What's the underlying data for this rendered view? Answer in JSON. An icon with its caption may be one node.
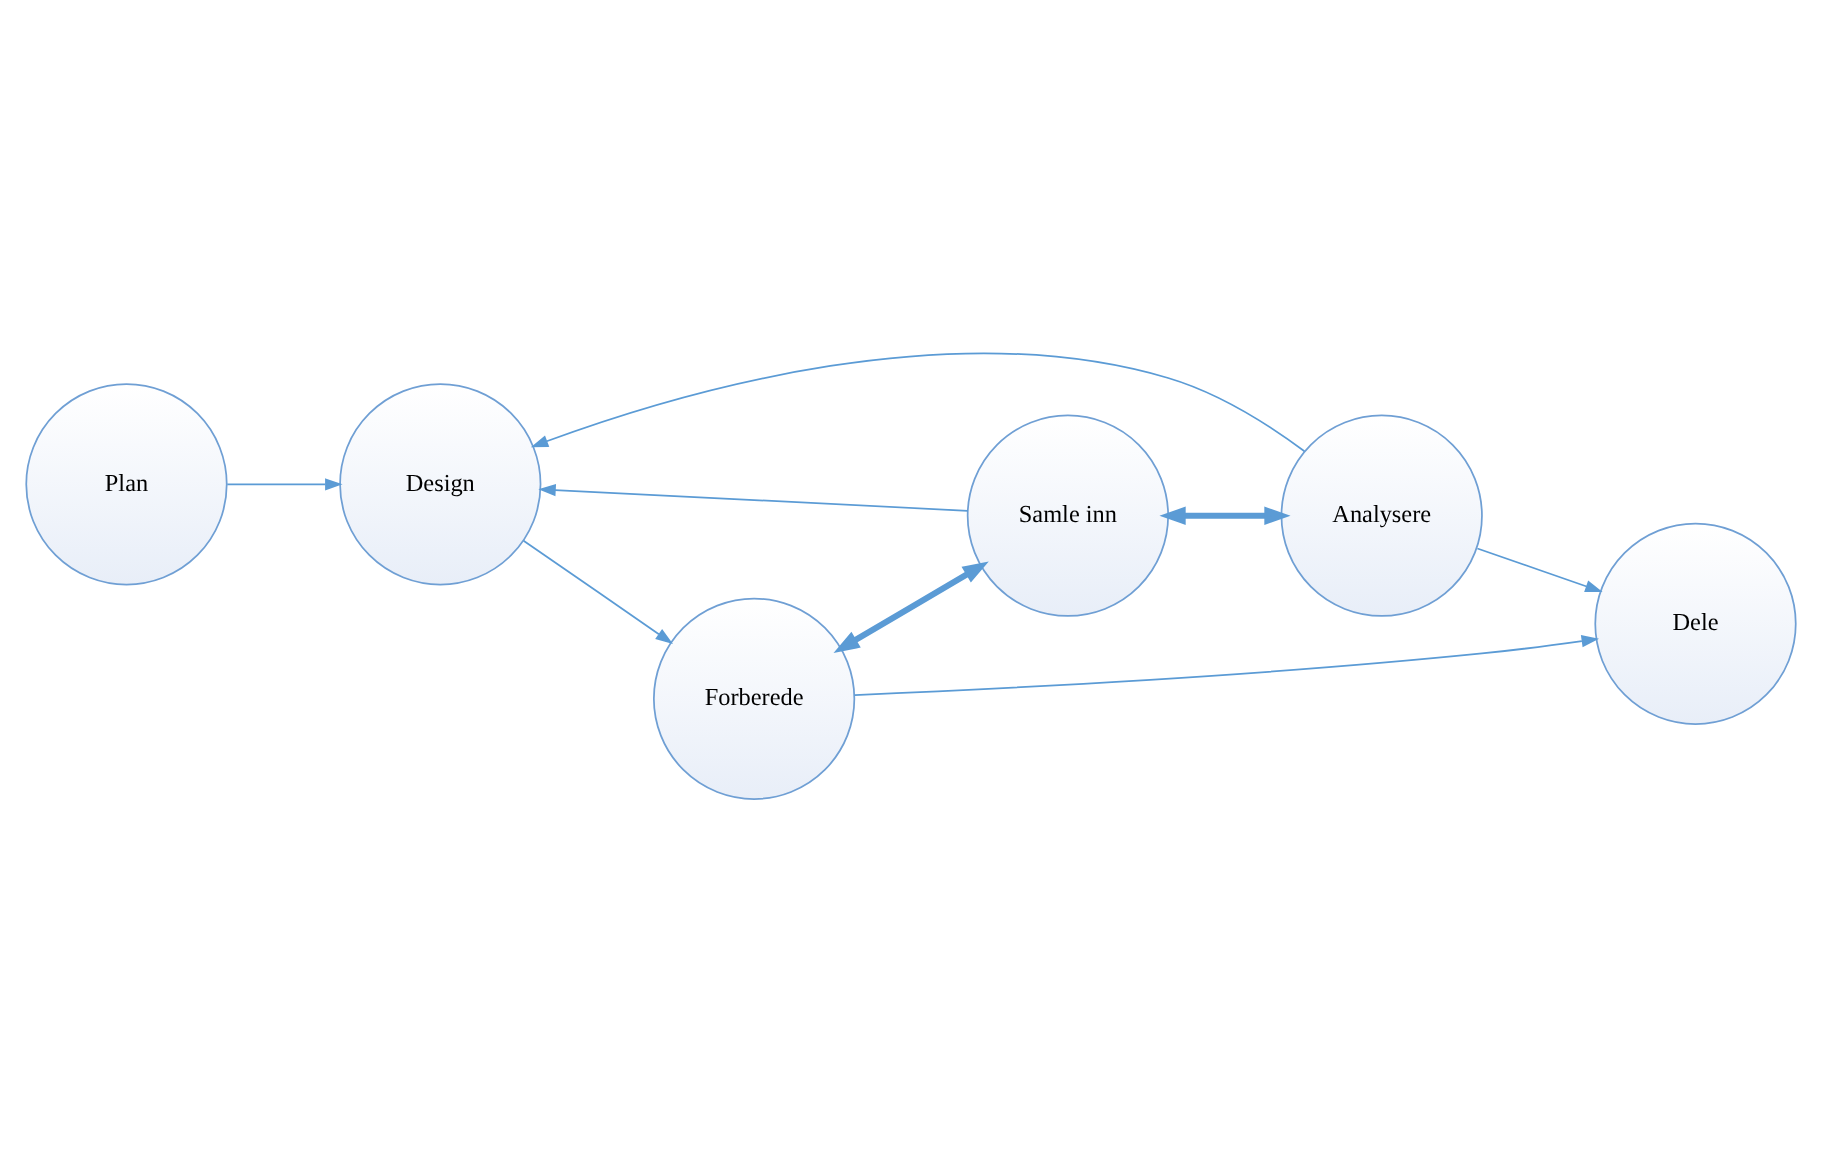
{
  "diagram": {
    "nodes": [
      {
        "text": [
          "Plan"
        ]
      },
      {
        "text": [
          "Design"
        ]
      },
      {
        "text": [
          "Forberede"
        ]
      },
      {
        "text": [
          "Samle inn"
        ]
      },
      {
        "text": [
          "Dele"
        ]
      },
      {
        "text": [
          "Analysere"
        ]
      }
    ],
    "edges": [
      {
        "from": 0,
        "to": 1,
        "arrow": "to"
      },
      {
        "from": 1,
        "to": 2,
        "arrow": "to"
      },
      {
        "from": 2,
        "to": 3,
        "arrow": "both",
        "style": "thick"
      },
      {
        "from": 3,
        "to": 1,
        "arrow": "to"
      },
      {
        "from": 2,
        "to": 4,
        "arrow": "to"
      },
      {
        "from": 3,
        "to": 5,
        "arrow": "both",
        "style": "thick"
      },
      {
        "from": 5,
        "to": 1,
        "arrow": "to"
      },
      {
        "from": 5,
        "to": 4,
        "arrow": "to"
      }
    ]
  }
}
